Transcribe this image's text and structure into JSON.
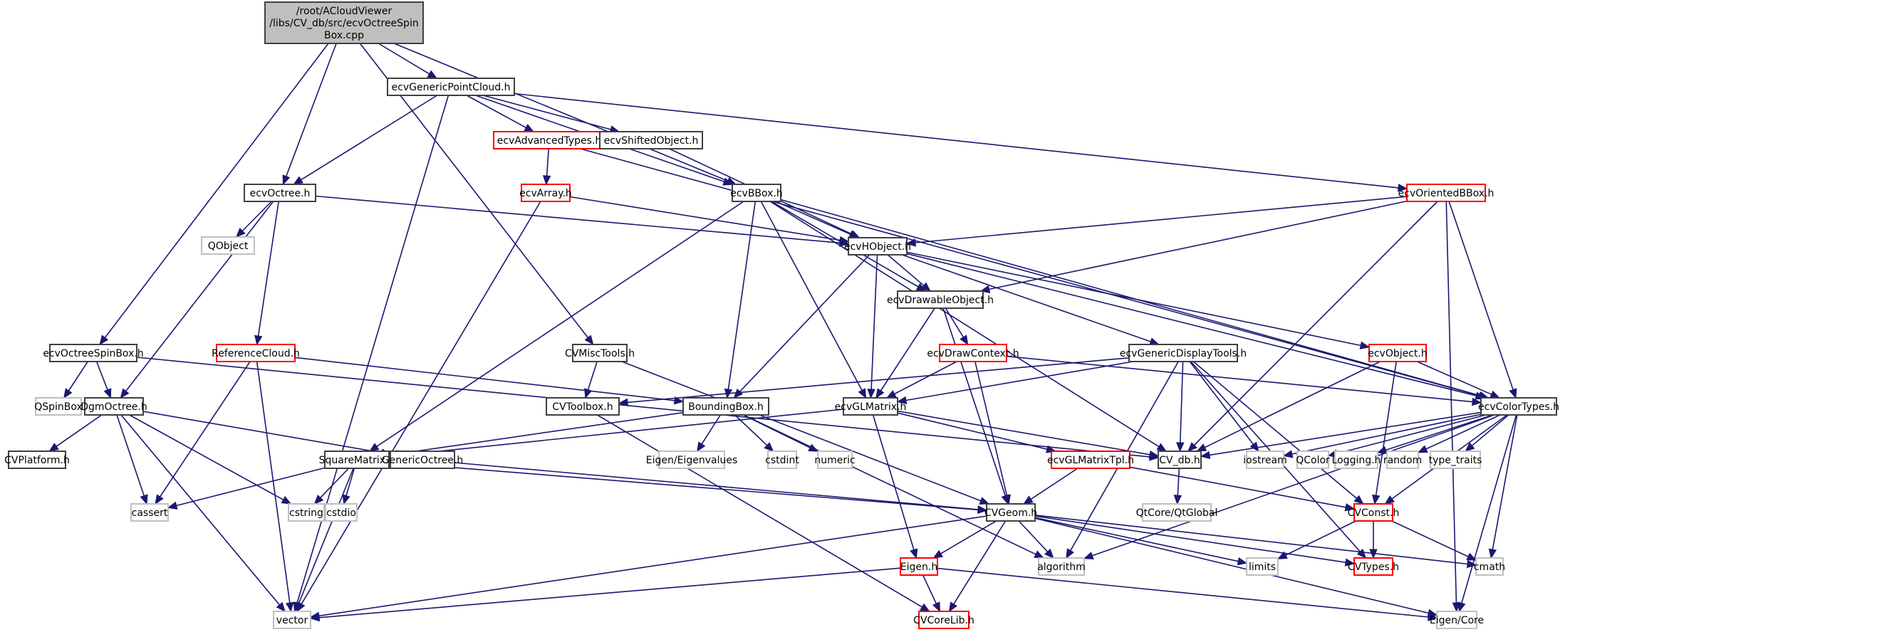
{
  "graph": {
    "title": "Include dependency graph for ecvOctreeSpinBox.cpp",
    "colors": {
      "edge": "#191970",
      "root_fill": "#bfbfbf",
      "normal_border": "#404040",
      "truncated_border": "#ff0000",
      "system_border": "#bfbfbf"
    },
    "nodes": [
      {
        "id": "root",
        "label": [
          "/root/ACloudViewer",
          "/libs/CV_db/src/ecvOctreeSpin",
          "Box.cpp"
        ],
        "kind": "root"
      },
      {
        "id": "ecvGenericPointCloud",
        "label": [
          "ecvGenericPointCloud.h"
        ],
        "kind": "normal"
      },
      {
        "id": "ecvAdvancedTypes",
        "label": [
          "ecvAdvancedTypes.h"
        ],
        "kind": "trunc"
      },
      {
        "id": "ecvShiftedObject",
        "label": [
          "ecvShiftedObject.h"
        ],
        "kind": "normal"
      },
      {
        "id": "ecvOctree",
        "label": [
          "ecvOctree.h"
        ],
        "kind": "normal"
      },
      {
        "id": "ecvArray",
        "label": [
          "ecvArray.h"
        ],
        "kind": "trunc"
      },
      {
        "id": "ecvBBox",
        "label": [
          "ecvBBox.h"
        ],
        "kind": "normal"
      },
      {
        "id": "ecvOrientedBBox",
        "label": [
          "ecvOrientedBBox.h"
        ],
        "kind": "trunc"
      },
      {
        "id": "QObject",
        "label": [
          "QObject"
        ],
        "kind": "system"
      },
      {
        "id": "ecvHObject",
        "label": [
          "ecvHObject.h"
        ],
        "kind": "normal"
      },
      {
        "id": "ecvDrawableObject",
        "label": [
          "ecvDrawableObject.h"
        ],
        "kind": "normal"
      },
      {
        "id": "ecvOctreeSpinBox",
        "label": [
          "ecvOctreeSpinBox.h"
        ],
        "kind": "normal"
      },
      {
        "id": "ReferenceCloud",
        "label": [
          "ReferenceCloud.h"
        ],
        "kind": "trunc"
      },
      {
        "id": "CVMiscTools",
        "label": [
          "CVMiscTools.h"
        ],
        "kind": "normal"
      },
      {
        "id": "ecvDrawContext",
        "label": [
          "ecvDrawContext.h"
        ],
        "kind": "trunc"
      },
      {
        "id": "ecvGenericDisplayTools",
        "label": [
          "ecvGenericDisplayTools.h"
        ],
        "kind": "normal"
      },
      {
        "id": "ecvObject",
        "label": [
          "ecvObject.h"
        ],
        "kind": "trunc"
      },
      {
        "id": "QSpinBox",
        "label": [
          "QSpinBox"
        ],
        "kind": "system"
      },
      {
        "id": "DgmOctree",
        "label": [
          "DgmOctree.h"
        ],
        "kind": "normal"
      },
      {
        "id": "CVToolbox",
        "label": [
          "CVToolbox.h"
        ],
        "kind": "normal"
      },
      {
        "id": "BoundingBox",
        "label": [
          "BoundingBox.h"
        ],
        "kind": "normal"
      },
      {
        "id": "ecvGLMatrix",
        "label": [
          "ecvGLMatrix.h"
        ],
        "kind": "normal"
      },
      {
        "id": "ecvColorTypes",
        "label": [
          "ecvColorTypes.h"
        ],
        "kind": "normal"
      },
      {
        "id": "CVPlatform",
        "label": [
          "CVPlatform.h"
        ],
        "kind": "normal"
      },
      {
        "id": "SquareMatrix",
        "label": [
          "SquareMatrix.h"
        ],
        "kind": "normal"
      },
      {
        "id": "GenericOctree",
        "label": [
          "GenericOctree.h"
        ],
        "kind": "normal"
      },
      {
        "id": "EigenEigenvalues",
        "label": [
          "Eigen/Eigenvalues"
        ],
        "kind": "system"
      },
      {
        "id": "cstdint",
        "label": [
          "cstdint"
        ],
        "kind": "system"
      },
      {
        "id": "numeric",
        "label": [
          "numeric"
        ],
        "kind": "system"
      },
      {
        "id": "ecvGLMatrixTpl",
        "label": [
          "ecvGLMatrixTpl.h"
        ],
        "kind": "trunc"
      },
      {
        "id": "CV_db",
        "label": [
          "CV_db.h"
        ],
        "kind": "normal"
      },
      {
        "id": "iostream",
        "label": [
          "iostream"
        ],
        "kind": "system"
      },
      {
        "id": "QColor",
        "label": [
          "QColor"
        ],
        "kind": "system"
      },
      {
        "id": "Logging",
        "label": [
          "Logging.h"
        ],
        "kind": "system"
      },
      {
        "id": "random",
        "label": [
          "random"
        ],
        "kind": "system"
      },
      {
        "id": "type_traits",
        "label": [
          "type_traits"
        ],
        "kind": "system"
      },
      {
        "id": "cassert",
        "label": [
          "cassert"
        ],
        "kind": "system"
      },
      {
        "id": "cstring",
        "label": [
          "cstring"
        ],
        "kind": "system"
      },
      {
        "id": "cstdio",
        "label": [
          "cstdio"
        ],
        "kind": "system"
      },
      {
        "id": "CVGeom",
        "label": [
          "CVGeom.h"
        ],
        "kind": "normal"
      },
      {
        "id": "QtGlobal",
        "label": [
          "QtCore/QtGlobal"
        ],
        "kind": "system"
      },
      {
        "id": "CVConst",
        "label": [
          "CVConst.h"
        ],
        "kind": "trunc"
      },
      {
        "id": "Eigen",
        "label": [
          "Eigen.h"
        ],
        "kind": "trunc"
      },
      {
        "id": "algorithm",
        "label": [
          "algorithm"
        ],
        "kind": "system"
      },
      {
        "id": "limits",
        "label": [
          "limits"
        ],
        "kind": "system"
      },
      {
        "id": "CVTypes",
        "label": [
          "CVTypes.h"
        ],
        "kind": "trunc"
      },
      {
        "id": "cmath",
        "label": [
          "cmath"
        ],
        "kind": "system"
      },
      {
        "id": "vector",
        "label": [
          "vector"
        ],
        "kind": "system"
      },
      {
        "id": "CVCoreLib",
        "label": [
          "CVCoreLib.h"
        ],
        "kind": "trunc"
      },
      {
        "id": "EigenCore",
        "label": [
          "Eigen/Core"
        ],
        "kind": "system"
      }
    ],
    "edges": [
      [
        "root",
        "ecvGenericPointCloud"
      ],
      [
        "root",
        "ecvOctree"
      ],
      [
        "root",
        "ecvBBox"
      ],
      [
        "root",
        "ecvOctreeSpinBox"
      ],
      [
        "root",
        "CVMiscTools"
      ],
      [
        "ecvGenericPointCloud",
        "ecvAdvancedTypes"
      ],
      [
        "ecvGenericPointCloud",
        "ecvShiftedObject"
      ],
      [
        "ecvGenericPointCloud",
        "ecvOctree"
      ],
      [
        "ecvGenericPointCloud",
        "ecvBBox"
      ],
      [
        "ecvGenericPointCloud",
        "ecvOrientedBBox"
      ],
      [
        "ecvGenericPointCloud",
        "vector"
      ],
      [
        "ecvAdvancedTypes",
        "ecvArray"
      ],
      [
        "ecvAdvancedTypes",
        "ecvColorTypes"
      ],
      [
        "ecvShiftedObject",
        "ecvHObject"
      ],
      [
        "ecvArray",
        "ecvHObject"
      ],
      [
        "ecvArray",
        "vector"
      ],
      [
        "ecvOctree",
        "QObject"
      ],
      [
        "ecvOctree",
        "ecvHObject"
      ],
      [
        "ecvOctree",
        "DgmOctree"
      ],
      [
        "ecvOctree",
        "ReferenceCloud"
      ],
      [
        "ecvBBox",
        "ecvHObject"
      ],
      [
        "ecvBBox",
        "ecvDrawableObject"
      ],
      [
        "ecvBBox",
        "BoundingBox"
      ],
      [
        "ecvBBox",
        "ecvGLMatrix"
      ],
      [
        "ecvBBox",
        "CV_db"
      ],
      [
        "ecvBBox",
        "ecvColorTypes"
      ],
      [
        "ecvBBox",
        "SquareMatrix"
      ],
      [
        "ecvOrientedBBox",
        "ecvHObject"
      ],
      [
        "ecvOrientedBBox",
        "ecvDrawableObject"
      ],
      [
        "ecvOrientedBBox",
        "CV_db"
      ],
      [
        "ecvOrientedBBox",
        "ecvColorTypes"
      ],
      [
        "ecvOrientedBBox",
        "EigenCore"
      ],
      [
        "ecvHObject",
        "ecvDrawableObject"
      ],
      [
        "ecvHObject",
        "ecvGLMatrix"
      ],
      [
        "ecvHObject",
        "BoundingBox"
      ],
      [
        "ecvHObject",
        "ecvObject"
      ],
      [
        "ecvHObject",
        "ecvGenericDisplayTools"
      ],
      [
        "ecvHObject",
        "ecvColorTypes"
      ],
      [
        "ecvDrawableObject",
        "ecvDrawContext"
      ],
      [
        "ecvDrawableObject",
        "ecvGLMatrix"
      ],
      [
        "ecvDrawableObject",
        "CVGeom"
      ],
      [
        "ecvOctreeSpinBox",
        "QSpinBox"
      ],
      [
        "ecvOctreeSpinBox",
        "DgmOctree"
      ],
      [
        "ecvOctreeSpinBox",
        "CV_db"
      ],
      [
        "ReferenceCloud",
        "cassert"
      ],
      [
        "ReferenceCloud",
        "vector"
      ],
      [
        "ReferenceCloud",
        "BoundingBox"
      ],
      [
        "CVMiscTools",
        "CVToolbox"
      ],
      [
        "CVMiscTools",
        "CVGeom"
      ],
      [
        "ecvDrawContext",
        "ecvGLMatrix"
      ],
      [
        "ecvDrawContext",
        "ecvColorTypes"
      ],
      [
        "ecvDrawContext",
        "CVGeom"
      ],
      [
        "ecvGenericDisplayTools",
        "CVToolbox"
      ],
      [
        "ecvGenericDisplayTools",
        "ecvGLMatrix"
      ],
      [
        "ecvGenericDisplayTools",
        "CV_db"
      ],
      [
        "ecvGenericDisplayTools",
        "iostream"
      ],
      [
        "ecvGenericDisplayTools",
        "algorithm"
      ],
      [
        "ecvGenericDisplayTools",
        "CVConst"
      ],
      [
        "ecvGenericDisplayTools",
        "CVTypes"
      ],
      [
        "ecvObject",
        "ecvColorTypes"
      ],
      [
        "ecvObject",
        "CV_db"
      ],
      [
        "ecvObject",
        "CVConst"
      ],
      [
        "DgmOctree",
        "CVPlatform"
      ],
      [
        "DgmOctree",
        "GenericOctree"
      ],
      [
        "DgmOctree",
        "cassert"
      ],
      [
        "DgmOctree",
        "cstring"
      ],
      [
        "DgmOctree",
        "vector"
      ],
      [
        "CVToolbox",
        "CVCoreLib"
      ],
      [
        "BoundingBox",
        "SquareMatrix"
      ],
      [
        "BoundingBox",
        "EigenEigenvalues"
      ],
      [
        "BoundingBox",
        "cstdint"
      ],
      [
        "BoundingBox",
        "numeric"
      ],
      [
        "BoundingBox",
        "algorithm"
      ],
      [
        "ecvGLMatrix",
        "SquareMatrix"
      ],
      [
        "ecvGLMatrix",
        "ecvGLMatrixTpl"
      ],
      [
        "ecvGLMatrix",
        "CV_db"
      ],
      [
        "ecvGLMatrix",
        "Eigen"
      ],
      [
        "ecvColorTypes",
        "CV_db"
      ],
      [
        "ecvColorTypes",
        "iostream"
      ],
      [
        "ecvColorTypes",
        "QColor"
      ],
      [
        "ecvColorTypes",
        "Logging"
      ],
      [
        "ecvColorTypes",
        "random"
      ],
      [
        "ecvColorTypes",
        "type_traits"
      ],
      [
        "ecvColorTypes",
        "algorithm"
      ],
      [
        "ecvColorTypes",
        "CVConst"
      ],
      [
        "ecvColorTypes",
        "cmath"
      ],
      [
        "ecvColorTypes",
        "EigenCore"
      ],
      [
        "SquareMatrix",
        "cassert"
      ],
      [
        "SquareMatrix",
        "cstring"
      ],
      [
        "SquareMatrix",
        "cstdio"
      ],
      [
        "SquareMatrix",
        "vector"
      ],
      [
        "SquareMatrix",
        "CVGeom"
      ],
      [
        "GenericOctree",
        "CVGeom"
      ],
      [
        "ecvGLMatrixTpl",
        "CVGeom"
      ],
      [
        "ecvGLMatrixTpl",
        "CVConst"
      ],
      [
        "CV_db",
        "QtGlobal"
      ],
      [
        "CVGeom",
        "Eigen"
      ],
      [
        "CVGeom",
        "CVCoreLib"
      ],
      [
        "CVGeom",
        "algorithm"
      ],
      [
        "CVGeom",
        "limits"
      ],
      [
        "CVGeom",
        "CVTypes"
      ],
      [
        "CVGeom",
        "cmath"
      ],
      [
        "CVGeom",
        "vector"
      ],
      [
        "CVGeom",
        "EigenCore"
      ],
      [
        "CVConst",
        "limits"
      ],
      [
        "CVConst",
        "CVTypes"
      ],
      [
        "CVConst",
        "cmath"
      ],
      [
        "Eigen",
        "CVCoreLib"
      ],
      [
        "Eigen",
        "vector"
      ],
      [
        "Eigen",
        "EigenCore"
      ]
    ]
  }
}
